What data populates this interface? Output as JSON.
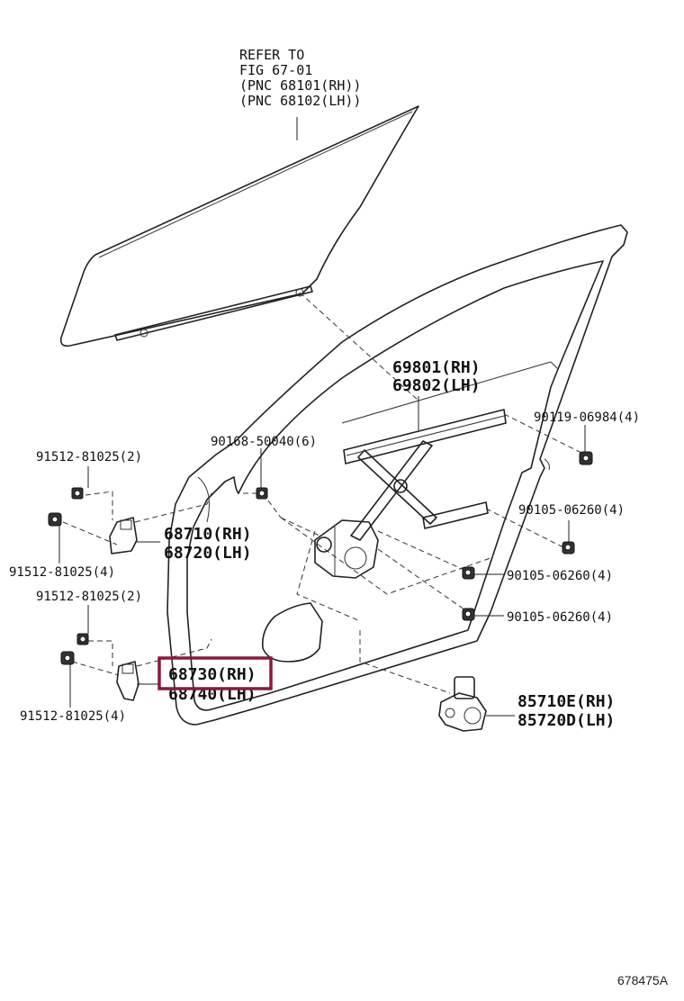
{
  "refer": {
    "line1": "REFER TO",
    "line2": "FIG 67-01",
    "line3": "(PNC 68101(RH))",
    "line4": "(PNC 68102(LH))"
  },
  "parts": {
    "regulator_rh": "69801(RH)",
    "regulator_lh": "69802(LH)",
    "bolt_90119": "90119-06984(4)",
    "bolt_90168": "90168-50040(6)",
    "bolt_91512_a": "91512-81025(2)",
    "bolt_91512_b": "91512-81025(4)",
    "hinge_upper_rh": "68710(RH)",
    "hinge_upper_lh": "68720(LH)",
    "bolt_90105_a": "90105-06260(4)",
    "bolt_90105_b": "90105-06260(4)",
    "bolt_90105_c": "90105-06260(4)",
    "bolt_91512_c": "91512-81025(2)",
    "hinge_lower_rh": "68730(RH)",
    "hinge_lower_lh": "68740(LH)",
    "bolt_91512_d": "91512-81025(4)",
    "motor_rh": "85710E(RH)",
    "motor_lh": "85720D(LH)"
  },
  "highlight_color": "#8b1a3a",
  "figure_number": "678475A"
}
